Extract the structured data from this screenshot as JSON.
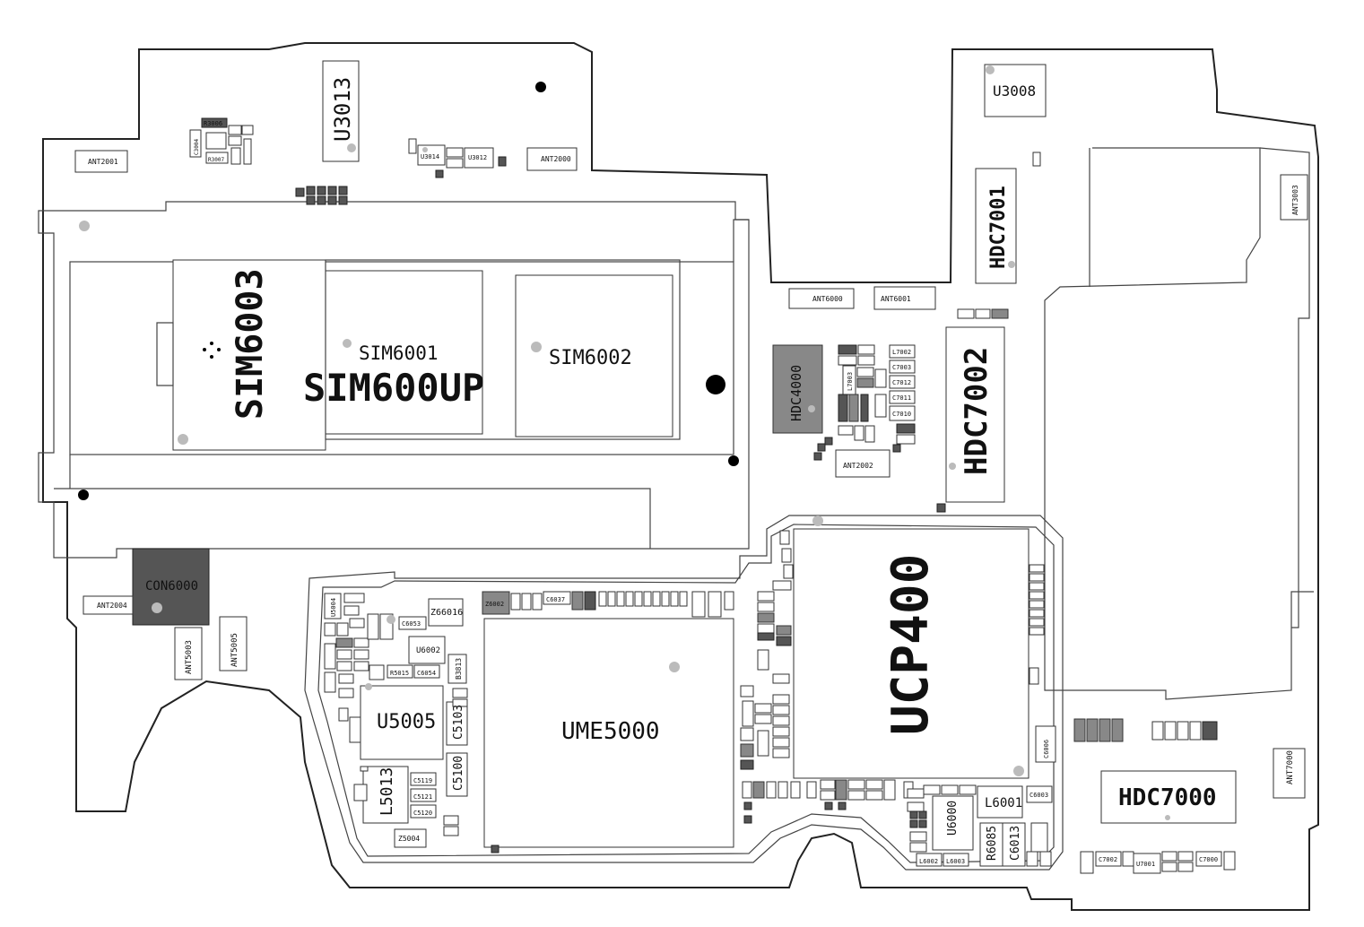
{
  "components": {
    "u3013": "U3013",
    "u3008": "U3008",
    "hdc7001": "HDC7001",
    "hdc7002": "HDC7002",
    "hdc7000": "HDC7000",
    "hdc4000": "HDC4000",
    "sim6003": "SIM6003",
    "sim6001": "SIM6001",
    "sim600up": "SIM600UP",
    "sim6002": "SIM6002",
    "con6000": "CON6000",
    "ucp400": "UCP400",
    "ume5000": "UME5000",
    "u5005": "U5005",
    "l5013": "L5013",
    "l6001": "L6001",
    "u6000": "U6000",
    "c6013": "C6013",
    "r6085": "R6085",
    "c5100": "C5100",
    "c5103": "C5103",
    "z66016": "Z66016",
    "z5004": "Z5004",
    "u6002": "U6002",
    "b3813": "B3813",
    "r5015": "R5015",
    "c6053": "C6053",
    "c6054": "C6054",
    "c5119": "C5119",
    "c5121": "C5121",
    "c5120": "C5120",
    "u5004": "U5004",
    "c6037": "C6037",
    "z6002": "Z6002",
    "c6003": "C6003",
    "l6002": "L6002",
    "l6003": "L6003",
    "c7002": "C7002",
    "c7000": "C7000",
    "u7001": "U7001",
    "l7002": "L7002",
    "c7003": "C7003",
    "c7012": "C7012",
    "c7011": "C7011",
    "c7010": "C7010",
    "l7003": "L7003",
    "u3014": "U3014",
    "u3012": "U3012",
    "r3006": "R3006",
    "r3007": "R3007",
    "c3004": "C3004",
    "c6006": "C6006"
  },
  "antennas": {
    "ant2001": "ANT2001",
    "ant2000": "ANT2000",
    "ant3003": "ANT3003",
    "ant6000": "ANT6000",
    "ant6001": "ANT6001",
    "ant2002": "ANT2002",
    "ant2004": "ANT2004",
    "ant5003": "ANT5003",
    "ant5005": "ANT5005",
    "ant7000": "ANT7000"
  }
}
